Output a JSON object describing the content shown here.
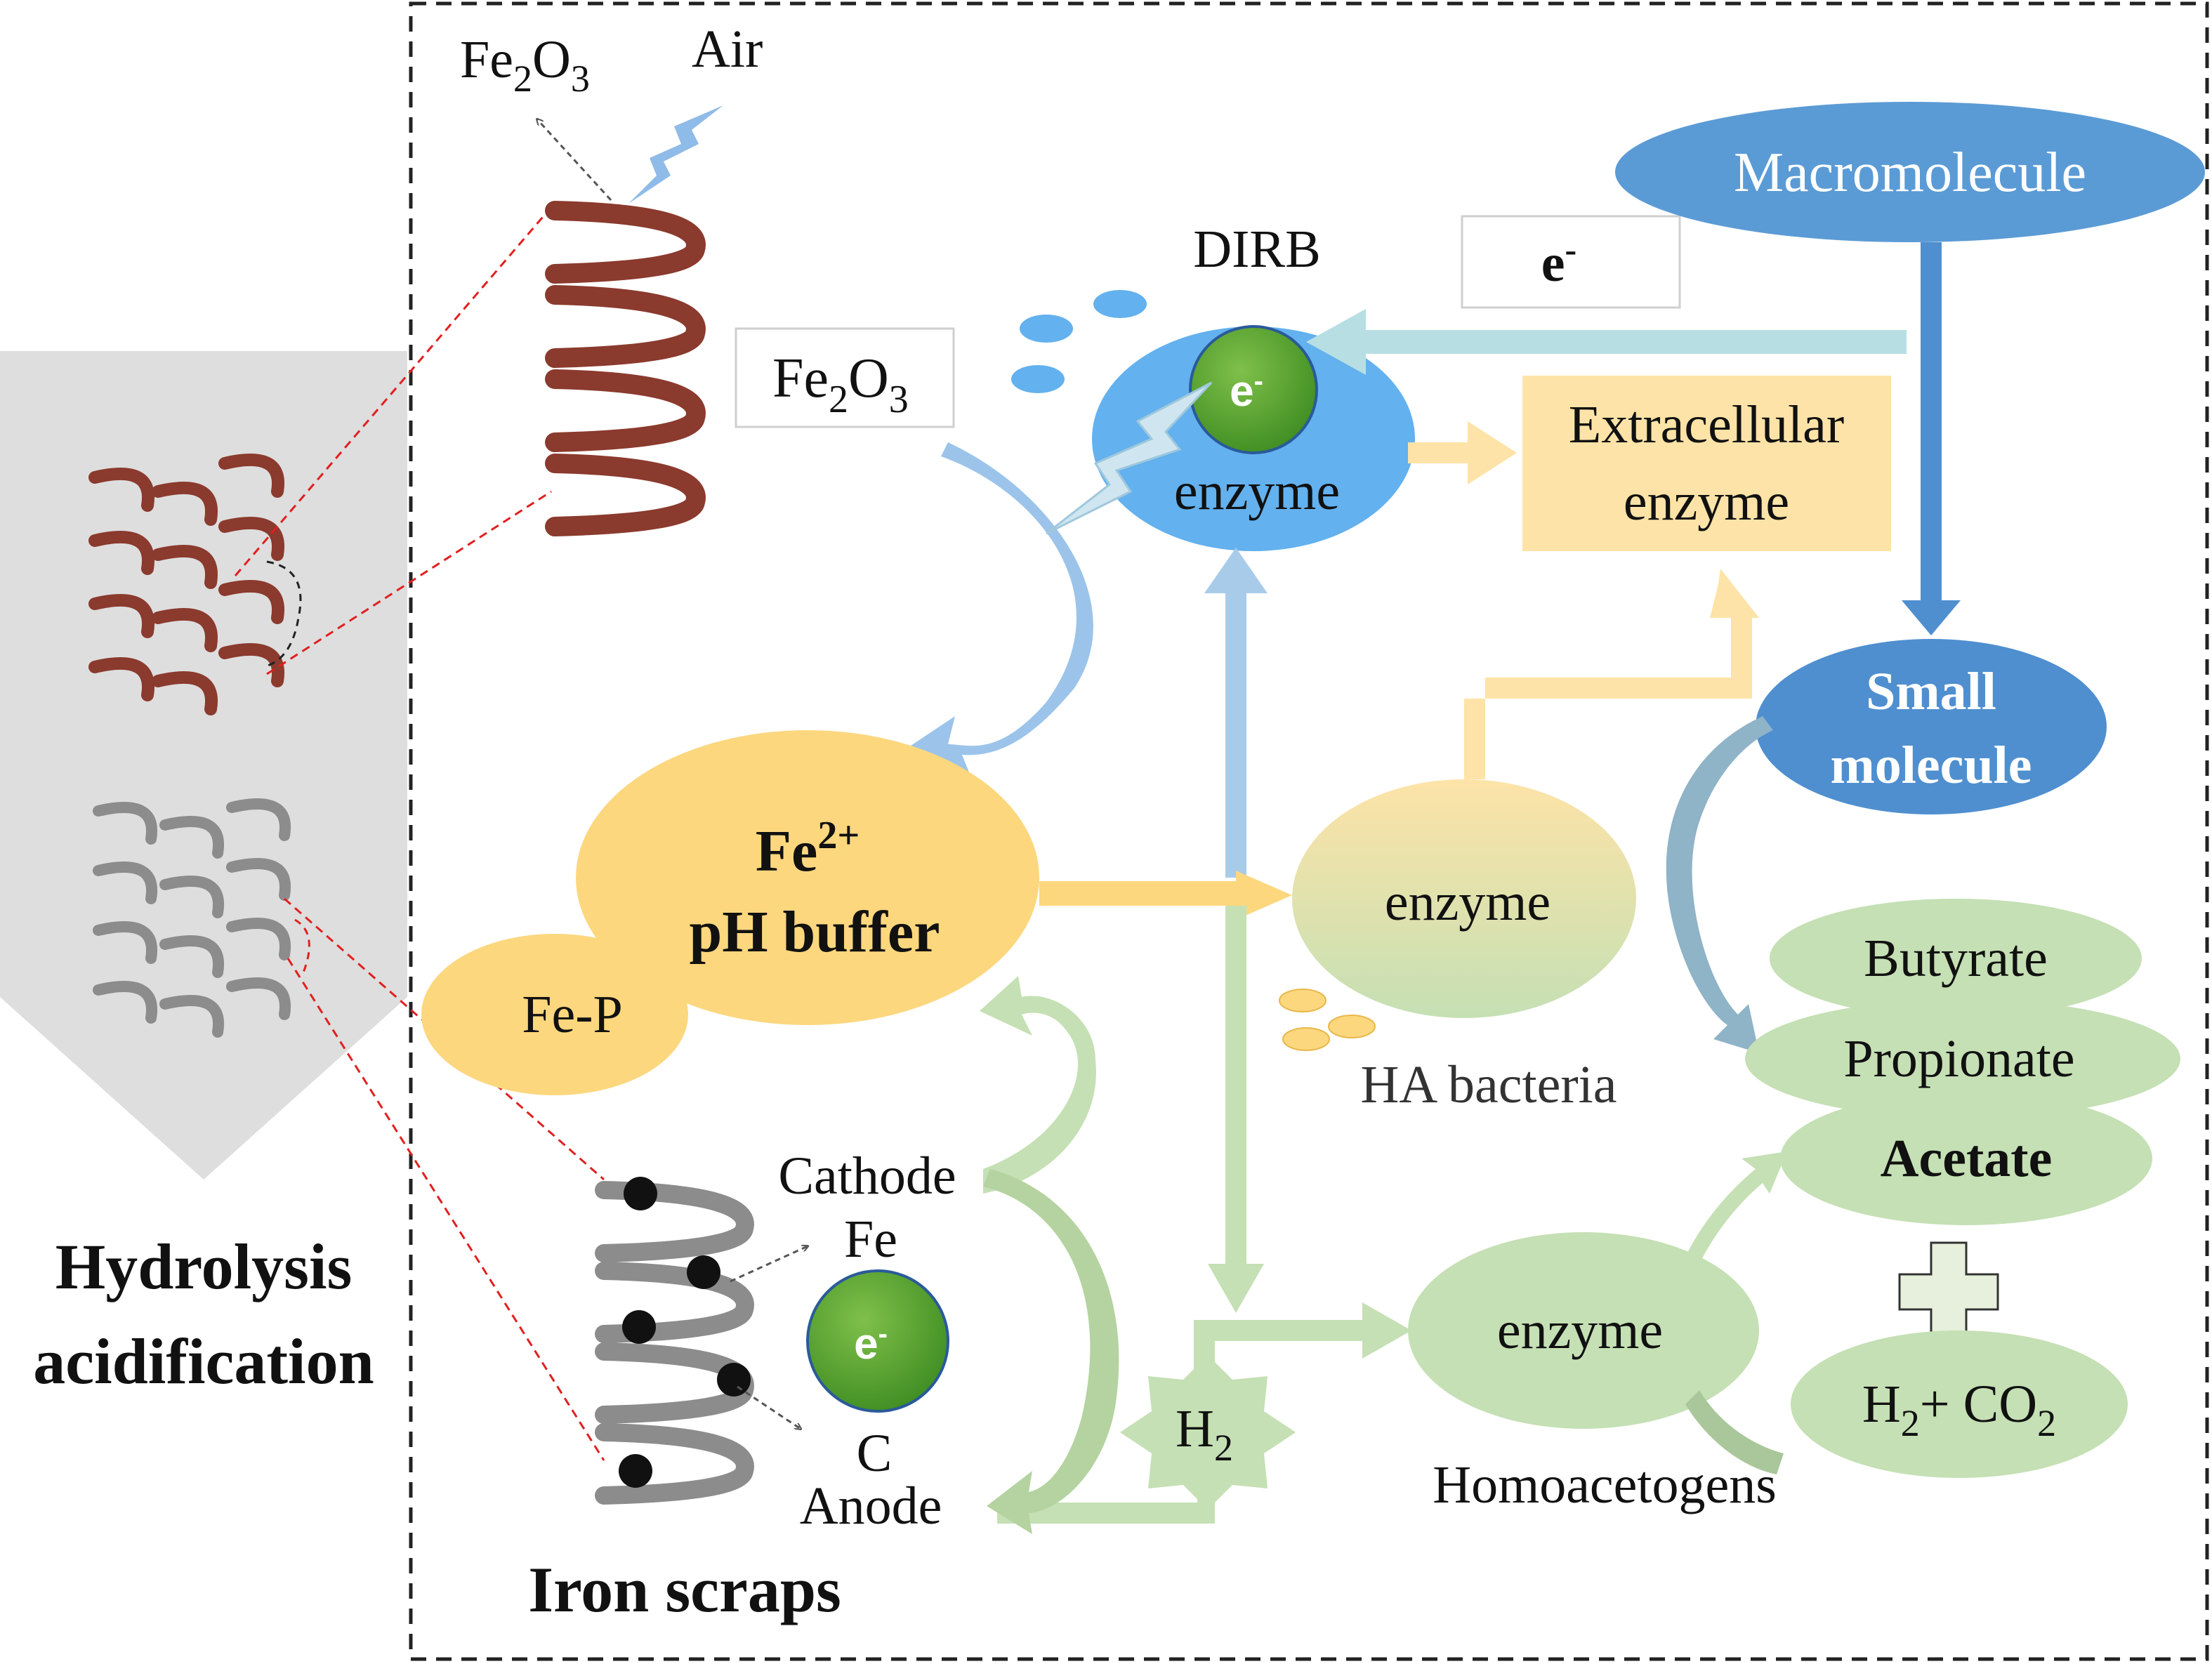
{
  "left_panel": {
    "title_line1": "Hydrolysis",
    "title_line2": "acidification"
  },
  "top": {
    "fe2o3_product_base": "Fe",
    "fe2o3_product_sub1": "2",
    "fe2o3_product_mid": "O",
    "fe2o3_product_sub2": "3",
    "air_label": "Air"
  },
  "fe2o3_box": {
    "base": "Fe",
    "sub1": "2",
    "mid": "O",
    "sub2": "3"
  },
  "dirb": {
    "label": "DIRB",
    "electron": "e",
    "electron_sup": "-",
    "enzyme": "enzyme"
  },
  "electron_box": {
    "label": "e",
    "sup": "-"
  },
  "macromolecule": {
    "label": "Macromolecule"
  },
  "extracellular": {
    "line1": "Extracellular",
    "line2": "enzyme"
  },
  "small_molecule": {
    "line1": "Small",
    "line2": "molecule"
  },
  "fe_buffer": {
    "line1_base": "Fe",
    "line1_sup": "2+",
    "line2": "pH buffer"
  },
  "fe_p": {
    "label": "Fe-P"
  },
  "ha": {
    "enzyme": "enzyme",
    "label": "HA bacteria"
  },
  "vfa": {
    "butyrate": "Butyrate",
    "propionate": "Propionate",
    "acetate": "Acetate"
  },
  "h2co2": {
    "h": "H",
    "h_sub": "2",
    "plus": "+ CO",
    "co_sub": "2"
  },
  "homo": {
    "enzyme": "enzyme",
    "label": "Homoacetogens"
  },
  "h2_star": {
    "base": "H",
    "sub": "2"
  },
  "electrode": {
    "cathode": "Cathode",
    "fe": "Fe",
    "electron": "e",
    "electron_sup": "-",
    "c": "C",
    "anode": "Anode"
  },
  "iron_scraps": {
    "label": "Iron scraps"
  },
  "colors": {
    "rust": "#8b3a2e",
    "gray_coil": "#8c8c8c",
    "blue": "#5b9bd5",
    "light_blue": "#63b1ee",
    "pale_blue": "#b7dfe3",
    "yellow": "#fcd77e",
    "light_yellow": "#fde3a7",
    "green": "#c5e0b4",
    "dark_green": "#4f9a2c"
  }
}
